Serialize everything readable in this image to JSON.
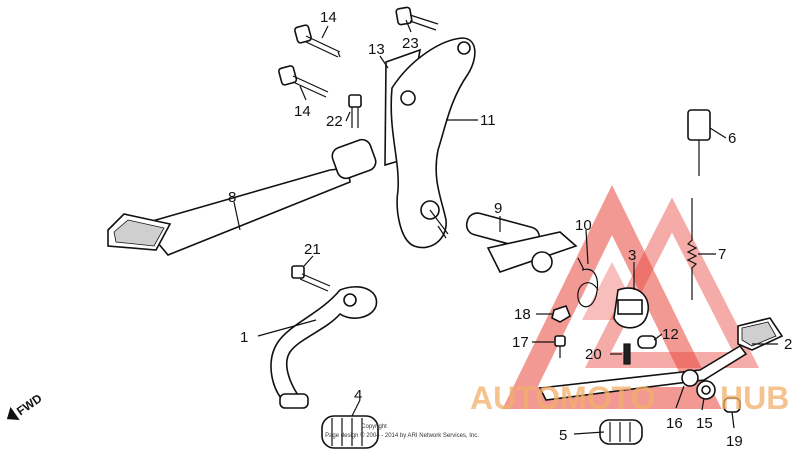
{
  "diagram": {
    "direction_label": "FWD",
    "copyright": [
      "Copyright",
      "Page design © 2004 - 2014 by ARI Network Services, Inc."
    ],
    "watermark": {
      "text_left": "AUTOMOTO",
      "text_right": "HUB",
      "color": "#e8453c"
    },
    "callouts": [
      "1",
      "2",
      "3",
      "4",
      "5",
      "6",
      "7",
      "8",
      "9",
      "10",
      "11",
      "12",
      "13",
      "14",
      "14",
      "15",
      "16",
      "17",
      "18",
      "19",
      "20",
      "21",
      "22",
      "23"
    ]
  }
}
